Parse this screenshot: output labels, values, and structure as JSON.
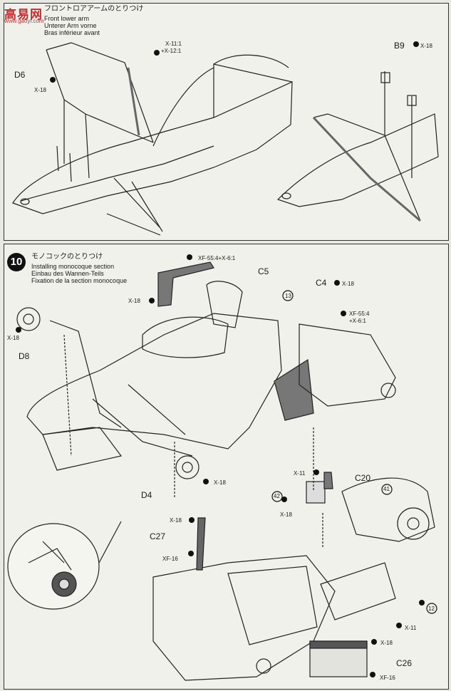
{
  "watermark": {
    "logo_text": "高易网",
    "url_text": "www.gaoyi.com"
  },
  "step_top": {
    "title_jp": "フロントロアアームのとりつけ",
    "title_en": "Front lower arm",
    "title_de": "Unterer Arm vorne",
    "title_fr": "Bras inférieur avant",
    "labels": {
      "screw_a1": "X-11:1",
      "screw_a2": "+X-12:1",
      "part_d6": "D6",
      "screw_d6": "X-18",
      "part_b9": "B9",
      "screw_b9": "X-18"
    }
  },
  "step_bottom": {
    "number": "10",
    "title_jp": "モノコックのとりつけ",
    "title_en": "Installing monocoque section",
    "title_de": "Einbau des Wannen-Teils",
    "title_fr": "Fixation de la section monocoque",
    "labels": {
      "xf55_top": "XF-55:4+X-6:1",
      "part_c5": "C5",
      "screw_c5": "X-18",
      "ref13": "13",
      "part_c4": "C4",
      "screw_c4": "X-18",
      "xf55_right_1": "XF-55:4",
      "xf55_right_2": "+X-6:1",
      "screw_d8": "X-18",
      "part_d8": "D8",
      "screw_d4": "X-18",
      "part_d4": "D4",
      "screw_c20": "X-11",
      "part_c20": "C20",
      "ref42": "42",
      "screw_42": "X-18",
      "ref41": "41",
      "screw_c27": "X-18",
      "part_c27": "C27",
      "paint_c27": "XF-16",
      "ref12": "12",
      "screw_x11_right": "X-11",
      "screw_c26": "X-18",
      "part_c26": "C26",
      "paint_c26": "XF-16"
    }
  }
}
